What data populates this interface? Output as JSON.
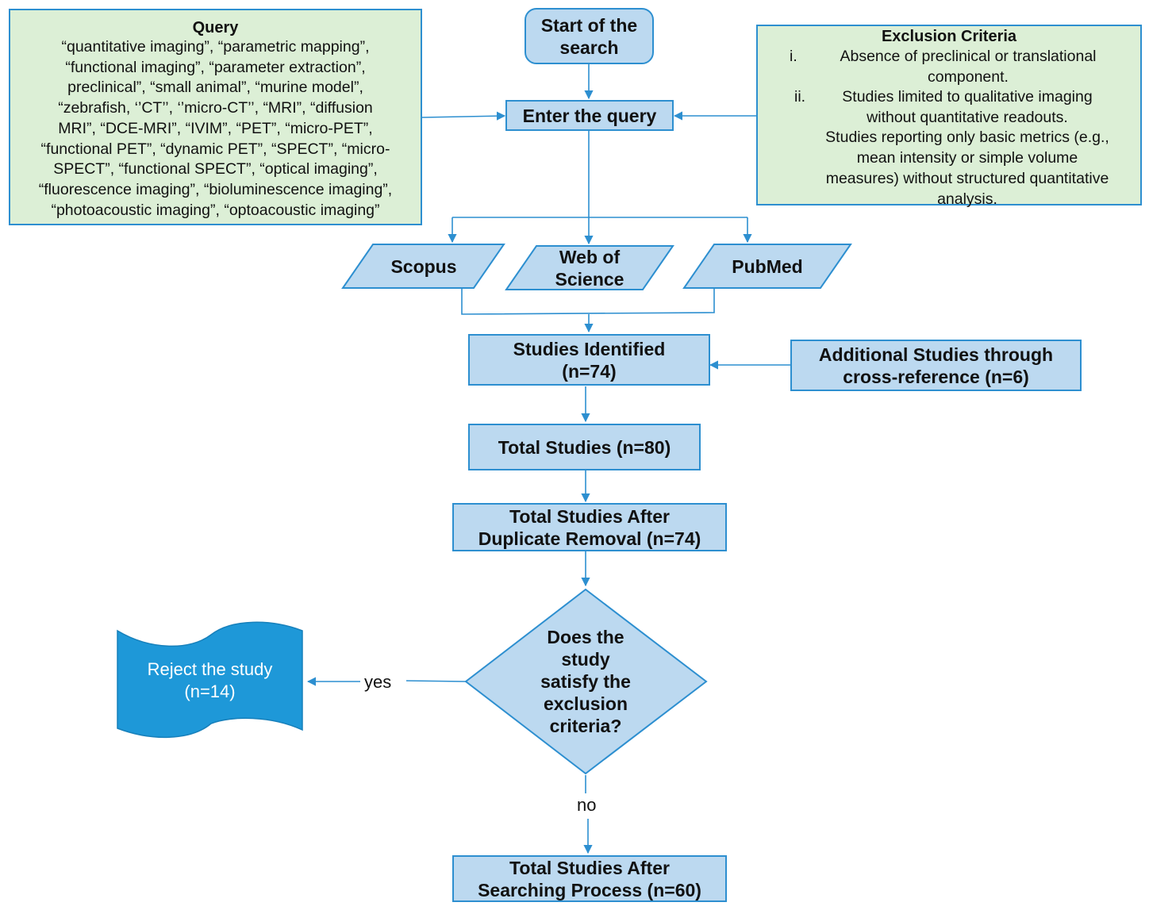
{
  "query": {
    "title": "Query",
    "lines": [
      "“quantitative imaging”, “parametric mapping”,",
      "“functional imaging”, “parameter extraction”,",
      "preclinical”, “small animal”, “murine model”,",
      "“zebrafish, ‘’CT’’, ‘’micro-CT’’, “MRI”, “diffusion",
      "MRI”, “DCE-MRI”, “IVIM”, “PET”, “micro-PET”,",
      "“functional PET”, “dynamic PET”, “SPECT”, “micro-",
      "SPECT”, “functional SPECT”, “optical imaging”,",
      "“fluorescence imaging”, “bioluminescence imaging”,",
      "“photoacoustic imaging”, “optoacoustic imaging”"
    ]
  },
  "start": {
    "lines": [
      "Start of the",
      "search"
    ]
  },
  "enter_query": {
    "label": "Enter the query"
  },
  "exclusion": {
    "title": "Exclusion Criteria",
    "item1": {
      "marker": "i.",
      "lines": [
        "Absence of preclinical or translational",
        "component."
      ]
    },
    "item2": {
      "marker": "ii.",
      "lines": [
        "Studies limited to qualitative imaging",
        "without quantitative readouts.",
        "Studies reporting only basic metrics (e.g.,",
        "mean intensity or simple volume",
        "measures) without structured quantitative",
        "analysis."
      ]
    }
  },
  "databases": {
    "scopus": {
      "lines": [
        "Scopus"
      ]
    },
    "wos": {
      "lines": [
        "Web of",
        "Science"
      ]
    },
    "pubmed": {
      "lines": [
        "PubMed"
      ]
    }
  },
  "identified": {
    "lines": [
      "Studies Identified",
      "(n=74)"
    ]
  },
  "additional": {
    "lines": [
      "Additional Studies through",
      "cross-reference (n=6)"
    ]
  },
  "total": {
    "label": "Total Studies (n=80)"
  },
  "after_dup": {
    "lines": [
      "Total Studies After",
      "Duplicate Removal (n=74)"
    ]
  },
  "decision": {
    "lines": [
      "Does the",
      "study",
      "satisfy the",
      "exclusion",
      "criteria?"
    ]
  },
  "reject": {
    "lines": [
      "Reject the study",
      "(n=14)"
    ]
  },
  "yes_label": "yes",
  "no_label": "no",
  "final": {
    "lines": [
      "Total Studies After",
      "Searching Process (n=60)"
    ]
  },
  "colors": {
    "box_fill": "#bcd9f0",
    "box_stroke": "#2d8fd0",
    "green_fill": "#dcefd6",
    "reject_fill": "#1e98d8",
    "arrow": "#2d8fd0"
  }
}
